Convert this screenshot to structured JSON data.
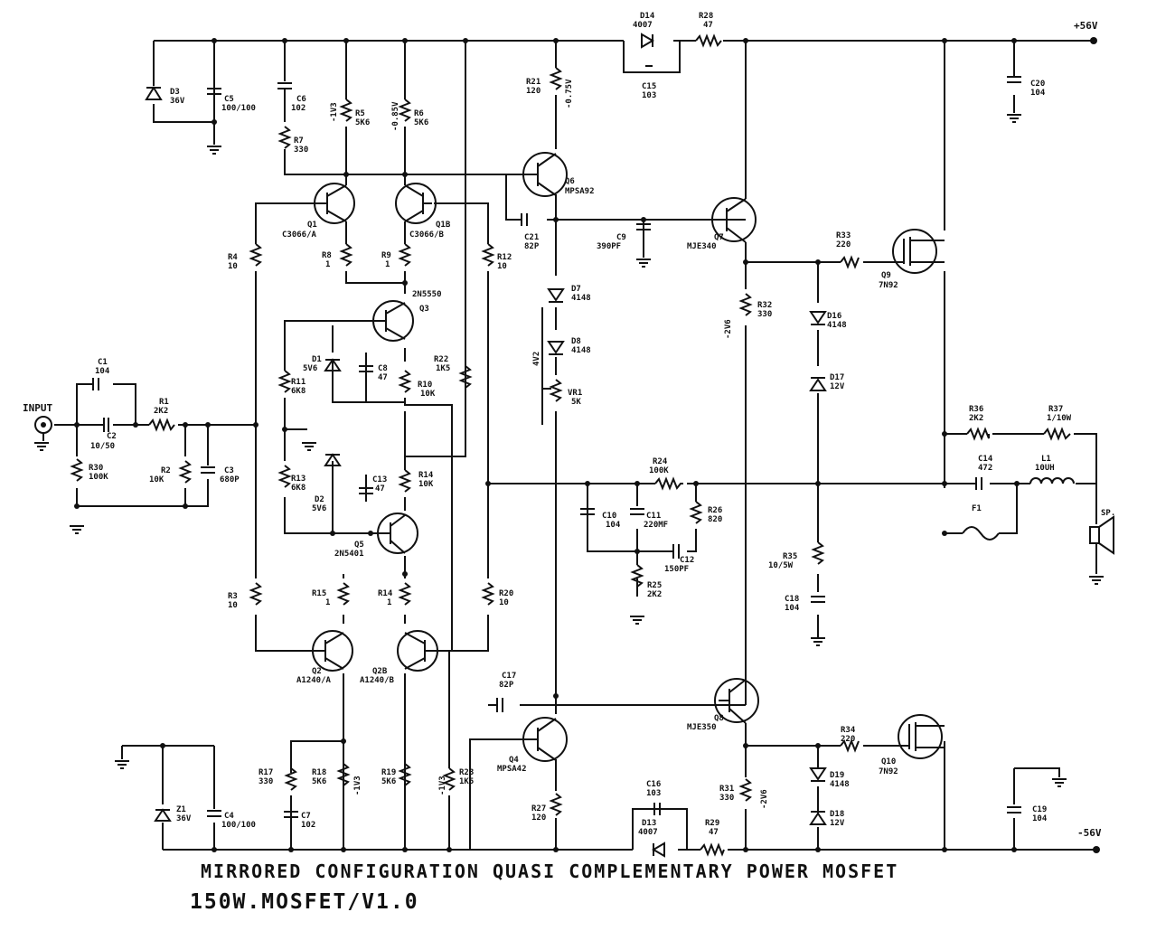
{
  "title": "MIRRORED CONFIGURATION QUASI COMPLEMENTARY POWER MOSFET",
  "subtitle": "150W.MOSFET/V1.0",
  "rails": {
    "pos": "+56V",
    "neg": "-56V"
  },
  "input_label": "INPUT",
  "speaker_label": "SP.",
  "voltage_notes": [
    "-1V3",
    "-0.85V",
    "-0.75V",
    "4V2",
    "-2V6",
    "-2V6",
    "-1V3",
    "-1V3"
  ],
  "components": [
    {
      "id": "d3",
      "ref": "D3",
      "value": "36V"
    },
    {
      "id": "c5",
      "ref": "C5",
      "value": "100/100"
    },
    {
      "id": "c6",
      "ref": "C6",
      "value": "102"
    },
    {
      "id": "r7",
      "ref": "R7",
      "value": "330"
    },
    {
      "id": "r5",
      "ref": "R5",
      "value": "5K6"
    },
    {
      "id": "r6",
      "ref": "R6",
      "value": "5K6"
    },
    {
      "id": "q1",
      "ref": "Q1",
      "value": "C3066/A"
    },
    {
      "id": "q1b",
      "ref": "Q1B",
      "value": "C3066/B"
    },
    {
      "id": "r4",
      "ref": "R4",
      "value": "10"
    },
    {
      "id": "r8",
      "ref": "R8",
      "value": "1"
    },
    {
      "id": "r9",
      "ref": "R9",
      "value": "1"
    },
    {
      "id": "r12",
      "ref": "R12",
      "value": "10"
    },
    {
      "id": "q3",
      "ref": "Q3",
      "value": "2N5550"
    },
    {
      "id": "d1",
      "ref": "D1",
      "value": "5V6"
    },
    {
      "id": "c8",
      "ref": "C8",
      "value": "47"
    },
    {
      "id": "r11",
      "ref": "R11",
      "value": "6K8"
    },
    {
      "id": "r10",
      "ref": "R10",
      "value": "10K"
    },
    {
      "id": "r22",
      "ref": "R22",
      "value": "1K5"
    },
    {
      "id": "r13",
      "ref": "R13",
      "value": "6K8"
    },
    {
      "id": "d2",
      "ref": "D2",
      "value": "5V6"
    },
    {
      "id": "c13",
      "ref": "C13",
      "value": "47"
    },
    {
      "id": "r14a",
      "ref": "R14",
      "value": "10K"
    },
    {
      "id": "q5",
      "ref": "Q5",
      "value": "2N5401"
    },
    {
      "id": "r3",
      "ref": "R3",
      "value": "10"
    },
    {
      "id": "r15",
      "ref": "R15",
      "value": "1"
    },
    {
      "id": "r14b",
      "ref": "R14",
      "value": "1"
    },
    {
      "id": "r20",
      "ref": "R20",
      "value": "10"
    },
    {
      "id": "q2",
      "ref": "Q2",
      "value": "A1240/A"
    },
    {
      "id": "q2b",
      "ref": "Q2B",
      "value": "A1240/B"
    },
    {
      "id": "c1",
      "ref": "C1",
      "value": "104"
    },
    {
      "id": "c2",
      "ref": "C2",
      "value": "10/50"
    },
    {
      "id": "r1",
      "ref": "R1",
      "value": "2K2"
    },
    {
      "id": "r2",
      "ref": "R2",
      "value": "10K"
    },
    {
      "id": "c3",
      "ref": "C3",
      "value": "680P"
    },
    {
      "id": "r30",
      "ref": "R30",
      "value": "100K"
    },
    {
      "id": "d14",
      "ref": "D14",
      "value": "4007"
    },
    {
      "id": "r28",
      "ref": "R28",
      "value": "47"
    },
    {
      "id": "c15",
      "ref": "C15",
      "value": "103"
    },
    {
      "id": "r21",
      "ref": "R21",
      "value": "120"
    },
    {
      "id": "q6",
      "ref": "Q6",
      "value": "MPSA92"
    },
    {
      "id": "c21",
      "ref": "C21",
      "value": "82P"
    },
    {
      "id": "c9",
      "ref": "C9",
      "value": "390PF"
    },
    {
      "id": "q7",
      "ref": "Q7",
      "value": "MJE340"
    },
    {
      "id": "d7",
      "ref": "D7",
      "value": "4148"
    },
    {
      "id": "d8",
      "ref": "D8",
      "value": "4148"
    },
    {
      "id": "vr1",
      "ref": "VR1",
      "value": "5K"
    },
    {
      "id": "r32",
      "ref": "R32",
      "value": "330"
    },
    {
      "id": "r33",
      "ref": "R33",
      "value": "220"
    },
    {
      "id": "q9",
      "ref": "Q9",
      "value": "7N92"
    },
    {
      "id": "d16",
      "ref": "D16",
      "value": "4148"
    },
    {
      "id": "d17",
      "ref": "D17",
      "value": "12V"
    },
    {
      "id": "c20",
      "ref": "C20",
      "value": "104"
    },
    {
      "id": "r24",
      "ref": "R24",
      "value": "100K"
    },
    {
      "id": "c10",
      "ref": "C10",
      "value": "104"
    },
    {
      "id": "c11",
      "ref": "C11",
      "value": "220MF"
    },
    {
      "id": "r26",
      "ref": "R26",
      "value": "820"
    },
    {
      "id": "c12",
      "ref": "C12",
      "value": "150PF"
    },
    {
      "id": "r25",
      "ref": "R25",
      "value": "2K2"
    },
    {
      "id": "r35",
      "ref": "R35",
      "value": "10/5W"
    },
    {
      "id": "c18",
      "ref": "C18",
      "value": "104"
    },
    {
      "id": "r36",
      "ref": "R36",
      "value": "2K2"
    },
    {
      "id": "r37",
      "ref": "R37",
      "value": "1/10W"
    },
    {
      "id": "c14",
      "ref": "C14",
      "value": "472"
    },
    {
      "id": "l1",
      "ref": "L1",
      "value": "10UH"
    },
    {
      "id": "f1",
      "ref": "F1",
      "value": ""
    },
    {
      "id": "c17",
      "ref": "C17",
      "value": "82P"
    },
    {
      "id": "q8",
      "ref": "Q8",
      "value": "MJE350"
    },
    {
      "id": "q4",
      "ref": "Q4",
      "value": "MPSA42"
    },
    {
      "id": "r34",
      "ref": "R34",
      "value": "220"
    },
    {
      "id": "q10",
      "ref": "Q10",
      "value": "7N92"
    },
    {
      "id": "d19",
      "ref": "D19",
      "value": "4148"
    },
    {
      "id": "d18",
      "ref": "D18",
      "value": "12V"
    },
    {
      "id": "r31",
      "ref": "R31",
      "value": "330"
    },
    {
      "id": "c16",
      "ref": "C16",
      "value": "103"
    },
    {
      "id": "d13",
      "ref": "D13",
      "value": "4007"
    },
    {
      "id": "r29",
      "ref": "R29",
      "value": "47"
    },
    {
      "id": "r27",
      "ref": "R27",
      "value": "120"
    },
    {
      "id": "r17",
      "ref": "R17",
      "value": "330"
    },
    {
      "id": "r18",
      "ref": "R18",
      "value": "5K6"
    },
    {
      "id": "r19",
      "ref": "R19",
      "value": "5K6"
    },
    {
      "id": "r23",
      "ref": "R23",
      "value": "1K5"
    },
    {
      "id": "z1",
      "ref": "Z1",
      "value": "36V"
    },
    {
      "id": "c4",
      "ref": "C4",
      "value": "100/100"
    },
    {
      "id": "c7",
      "ref": "C7",
      "value": "102"
    },
    {
      "id": "c19",
      "ref": "C19",
      "value": "104"
    }
  ]
}
